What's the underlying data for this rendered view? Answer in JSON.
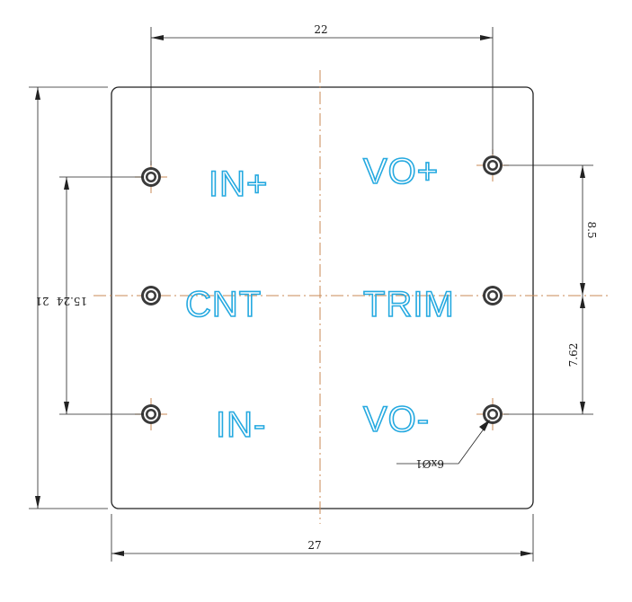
{
  "labels": {
    "in_plus": "IN+",
    "in_minus": "IN-",
    "cnt": "CNT",
    "vo_plus": "VO+",
    "vo_minus": "VO-",
    "trim": "TRIM"
  },
  "dimensions": {
    "top_pin_spacing": "22",
    "board_width": "27",
    "board_height": "21",
    "input_pin_span": "15.24",
    "vo_plus_to_trim": "8.5",
    "trim_to_vo_minus": "7.62",
    "pin_callout": "6xØ1"
  },
  "colors": {
    "pin_label": "#25a9e0",
    "center_line": "#c98a55",
    "outline": "#222222"
  }
}
